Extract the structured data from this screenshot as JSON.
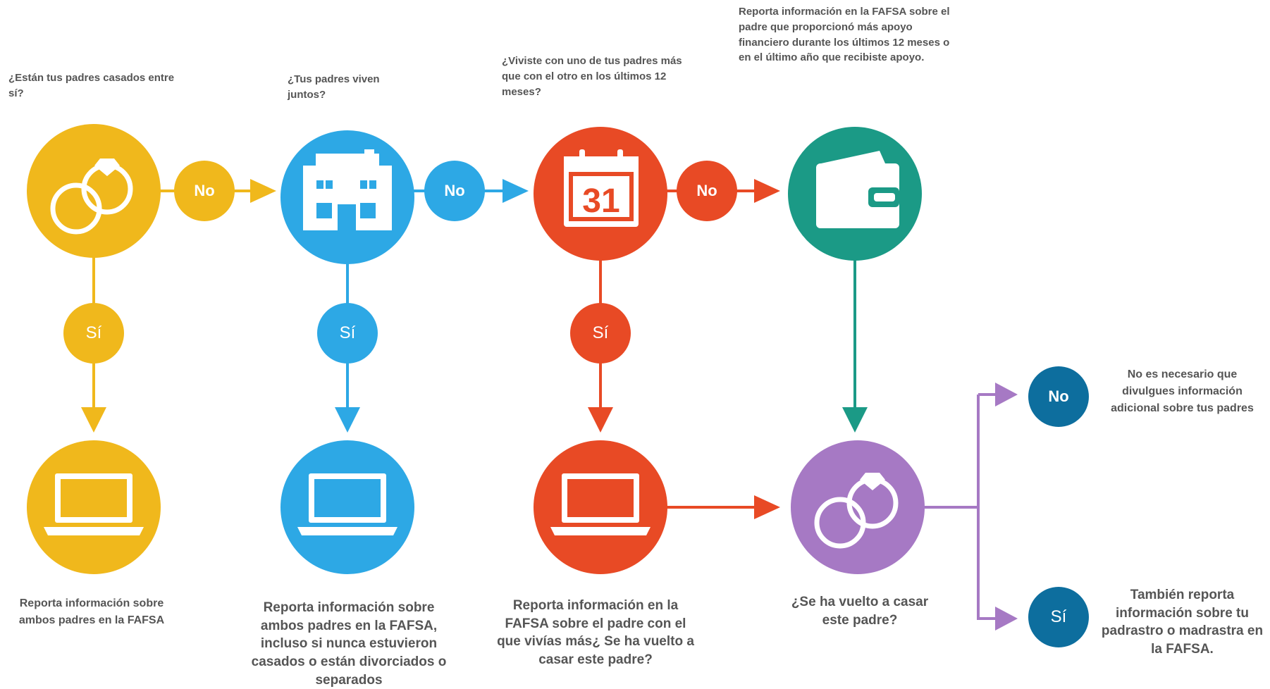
{
  "questions": {
    "q1": "¿Están tus padres casados entre sí?",
    "q2": "¿Tus padres viven juntos?",
    "q3": "¿Viviste con uno de tus padres más que con el otro en los últimos 12 meses?",
    "q4": "Reporta información en la FAFSA sobre el padre que proporcionó más apoyo financiero durante los últimos 12 meses o en el último año que recibiste apoyo."
  },
  "branch_labels": {
    "no": "No",
    "si": "Sí"
  },
  "outcomes": {
    "o1": "Reporta información sobre ambos padres en la FAFSA",
    "o2": "Reporta información sobre ambos padres en la FAFSA, incluso si nunca estuvieron casados o están divorciados o separados",
    "o3_part1": "Reporta información en la FAFSA sobre el padre con el que vivías más",
    "o3_part2": "¿ Se ha vuelto a casar este padre?",
    "remarried_question": "¿Se ha vuelto a casar este padre?",
    "final_no": "No es necesario que divulgues información adicional sobre tus padres",
    "final_si": "También reporta información sobre tu padrastro o madrastra en la FAFSA."
  },
  "icons": {
    "step1": "wedding-rings-icon",
    "step2": "house-icon",
    "step3": "calendar-icon",
    "step3_day": "31",
    "step4": "wallet-icon",
    "laptop": "laptop-icon",
    "remarry": "wedding-rings-icon"
  },
  "colors": {
    "yellow": "#F0B81C",
    "blue": "#2DA8E5",
    "red": "#E84A25",
    "teal": "#1B9A86",
    "purple": "#A679C4",
    "navy": "#0D6E9E",
    "text": "#555555"
  }
}
